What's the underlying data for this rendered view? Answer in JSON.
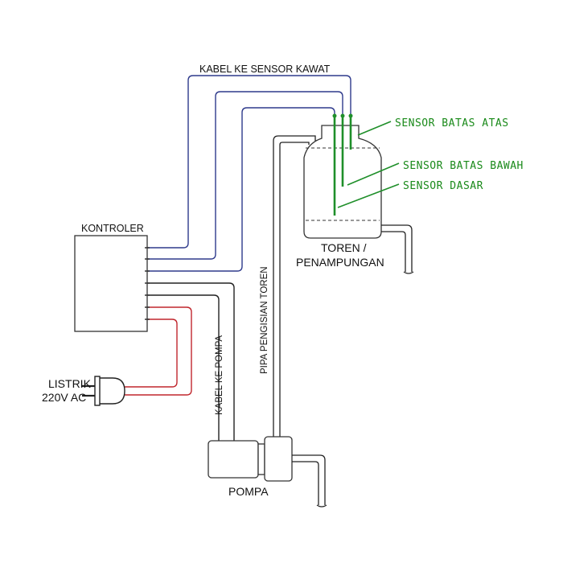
{
  "labels": {
    "cable_sensor": "KABEL KE SENSOR KAWAT",
    "controller": "KONTROLER",
    "tank_line1": "TOREN /",
    "tank_line2": "PENAMPUNGAN",
    "power_line1": "LISTRIK",
    "power_line2": "220V AC",
    "cable_pump": "KABEL KE POMPA",
    "fill_pipe": "PIPA PENGISIAN TOREN",
    "pump": "POMPA"
  },
  "sensors": {
    "upper": "SENSOR BATAS ATAS",
    "lower": "SENSOR BATAS BAWAH",
    "base": "SENSOR DASAR"
  },
  "colors": {
    "sensor_wire": "#2e3a8c",
    "power_wire": "#c0262d",
    "pump_wire": "#222222",
    "sensor_rod": "#1f8f2a",
    "sensor_text": "#1a8a1a"
  }
}
